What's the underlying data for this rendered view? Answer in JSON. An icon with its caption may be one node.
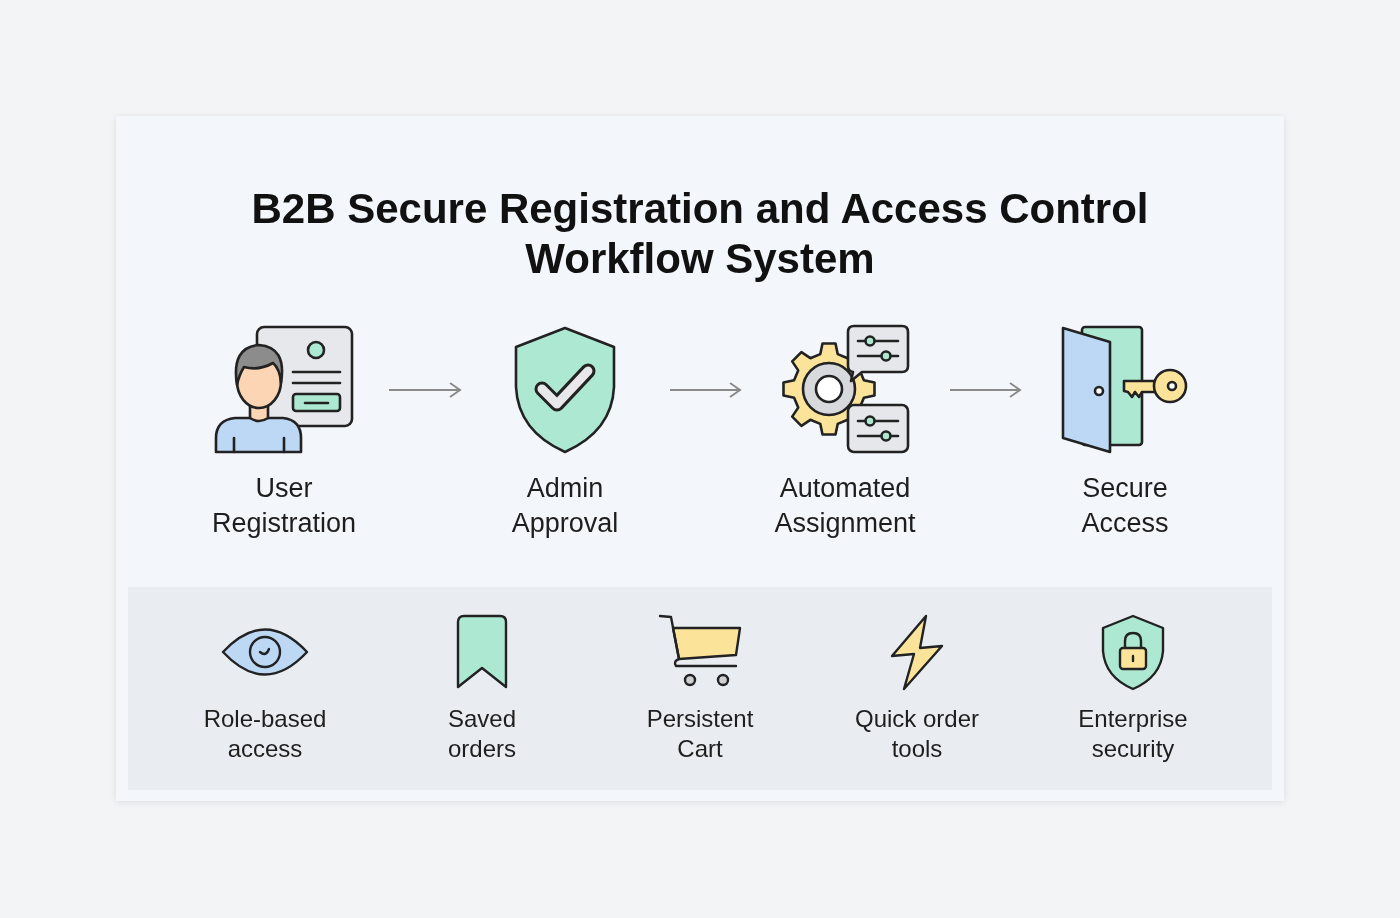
{
  "diagram": {
    "title": "B2B Secure Registration and Access Control Workflow System",
    "nodes": [
      {
        "text": [
          "User Registration"
        ]
      },
      {
        "text": [
          "Admin Approval"
        ]
      },
      {
        "text": [
          "Automated Assignment"
        ]
      },
      {
        "text": [
          "Secure Access"
        ]
      }
    ],
    "edges": [
      {
        "from": 0,
        "to": 1,
        "arrow": "to"
      },
      {
        "from": 1,
        "to": 2,
        "arrow": "to"
      },
      {
        "from": 2,
        "to": 3,
        "arrow": "to"
      }
    ],
    "labels": [
      "Role-based access",
      "Saved orders",
      "Persistent Cart",
      "Quick order tools",
      "Enterprise security"
    ]
  }
}
